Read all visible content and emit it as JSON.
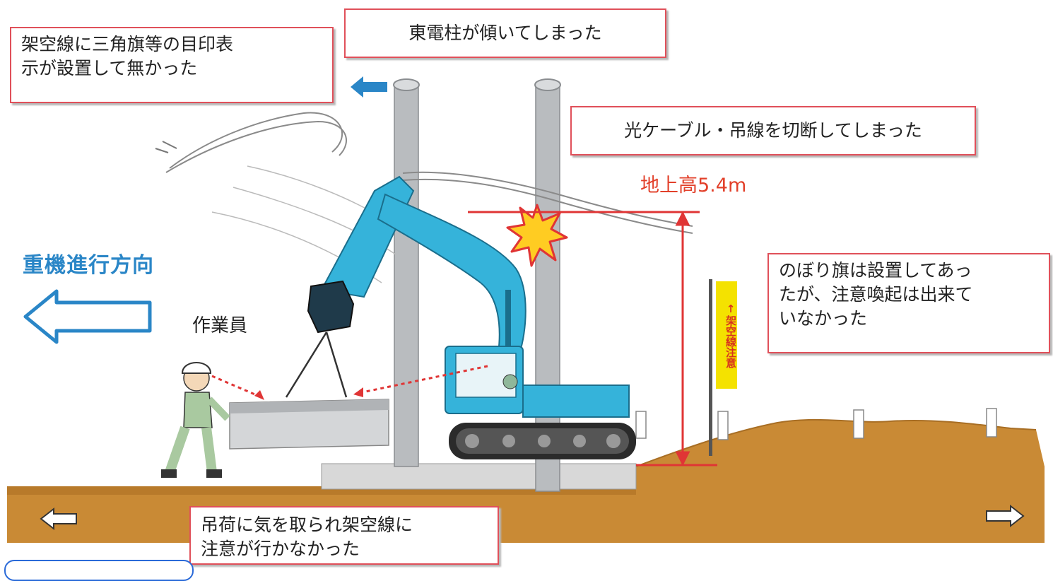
{
  "callouts": {
    "no_marker": "架空線に三角旗等の目印表\n示が設置して無かった",
    "pole_tilted": "東電柱が傾いてしまった",
    "cable_cut": "光ケーブル・吊線を切断してしまった",
    "flag_warning": "のぼり旗は設置してあっ\nたが、注意喚起は出来て\nいなかった",
    "distracted": "吊荷に気を取られ架空線に\n注意が行かなかった"
  },
  "labels": {
    "height": "地上高5.4m",
    "direction": "重機進行方向",
    "worker": "作業員",
    "flag_text": "↑架空線注意"
  },
  "colors": {
    "callout_border": "#e0505a",
    "excavator": "#35b3da",
    "ground": "#c98a35",
    "height_marker": "#e03535",
    "direction_arrow": "#2a86c7",
    "flag": "#f4e200"
  },
  "icons": [
    "left-arrow-icon",
    "right-arrow-icon",
    "collision-spark-icon",
    "excavator-icon",
    "worker-icon"
  ]
}
